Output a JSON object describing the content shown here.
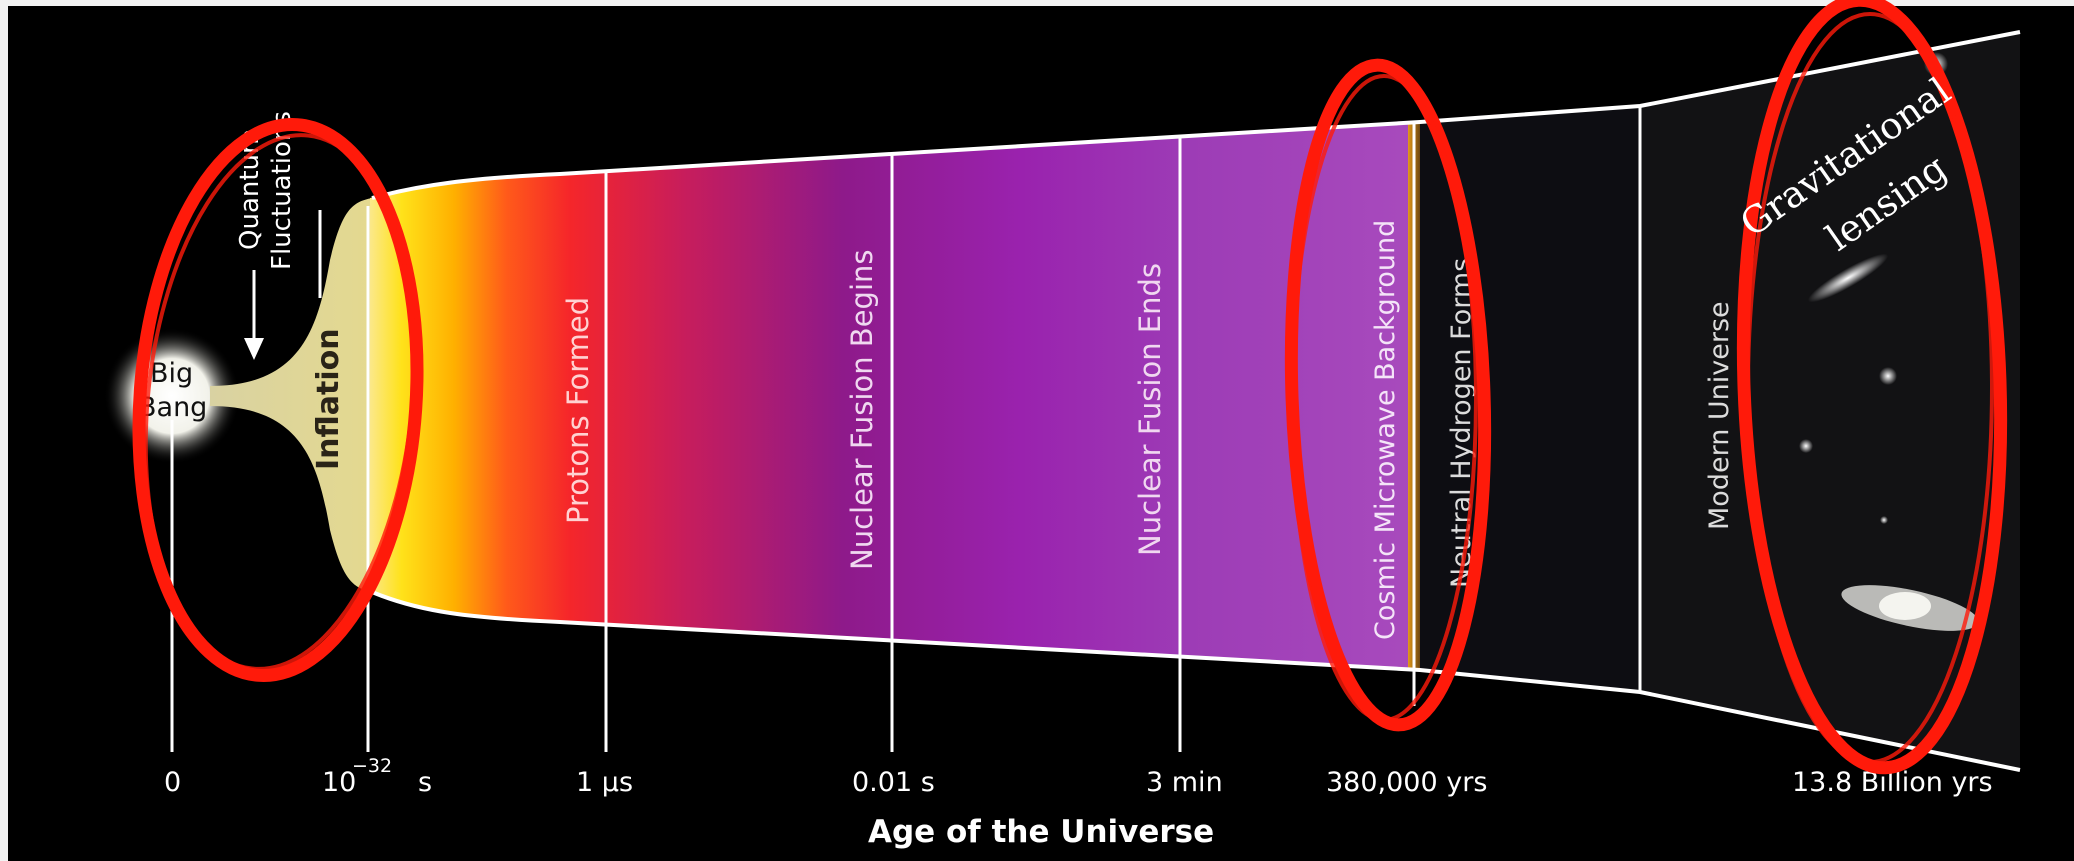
{
  "diagram": {
    "stage_labels": {
      "big_bang": [
        "Big",
        "Bang"
      ],
      "quantum_fluctuations": [
        "Quantum",
        "Fluctuations"
      ],
      "inflation": "Inflation",
      "protons_formed": "Protons Formed",
      "nuclear_fusion_begins": "Nuclear Fusion Begins",
      "nuclear_fusion_ends": "Nuclear Fusion Ends",
      "cmb": "Cosmic Microwave Background",
      "neutral_hydrogen": "Neutral Hydrogen Forms",
      "modern_universe": "Modern Universe"
    },
    "time_ticks": {
      "t0": "0",
      "t_inflation_base": "10",
      "t_inflation_exp": "−32",
      "t_inflation_unit": "s",
      "t_microsecond": "1 µs",
      "t_centisecond": "0.01 s",
      "t_3min": "3 min",
      "t_380k": "380,000 yrs",
      "t_now": "13.8 Billion yrs"
    },
    "axis_title": "Age of the Universe",
    "annotation": [
      "Gravitational",
      "lensing"
    ],
    "colors": {
      "background": "#000000",
      "highlight_ellipse": "#ff1a0a",
      "tick_line": "#ffffff"
    }
  }
}
